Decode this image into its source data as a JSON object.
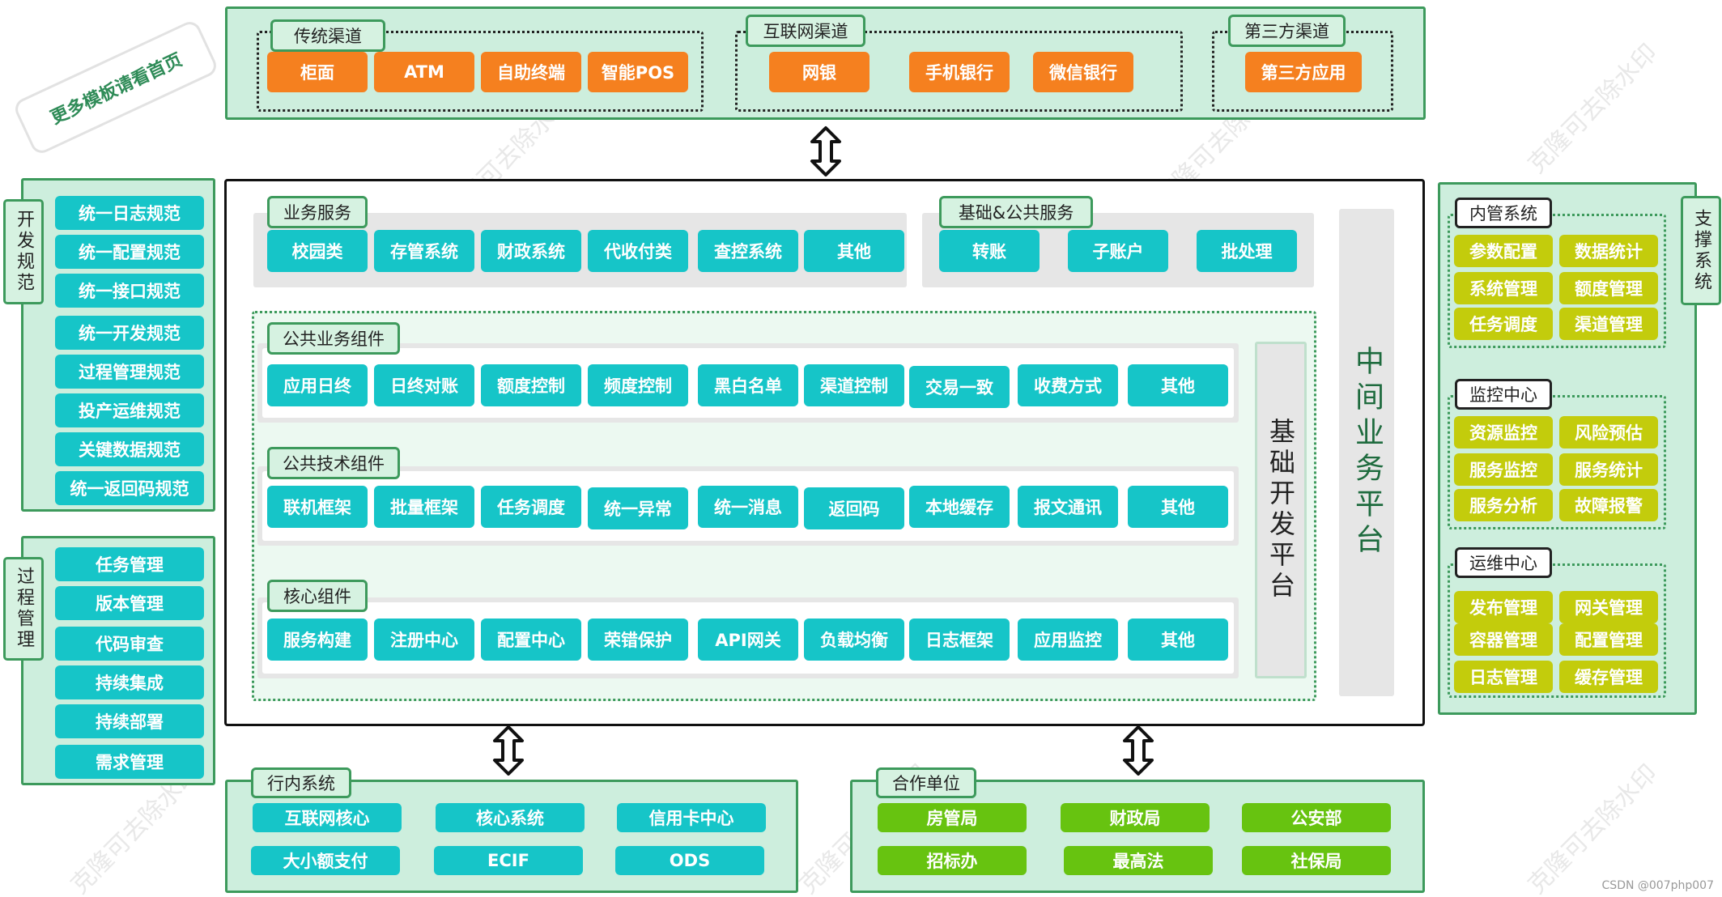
{
  "stamp": "更多模板请看首页",
  "watermark": "克隆可去除水印",
  "credit": "CSDN @007php007",
  "channels": {
    "traditional": {
      "title": "传统渠道",
      "items": [
        "柜面",
        "ATM",
        "自助终端",
        "智能POS"
      ]
    },
    "internet": {
      "title": "互联网渠道",
      "items": [
        "网银",
        "手机银行",
        "微信银行"
      ]
    },
    "third": {
      "title": "第三方渠道",
      "items": [
        "第三方应用"
      ]
    }
  },
  "dev_norms": {
    "title": "开发规范",
    "items": [
      "统一日志规范",
      "统一配置规范",
      "统一接口规范",
      "统一开发规范",
      "过程管理规范",
      "投产运维规范",
      "关键数据规范",
      "统一返回码规范"
    ]
  },
  "process_mgmt": {
    "title": "过程管理",
    "items": [
      "任务管理",
      "版本管理",
      "代码审查",
      "持续集成",
      "持续部署",
      "需求管理"
    ]
  },
  "center": {
    "business": {
      "title": "业务服务",
      "items": [
        "校园类",
        "存管系统",
        "财政系统",
        "代收付类",
        "查控系统",
        "其他"
      ]
    },
    "basic": {
      "title": "基础&公共服务",
      "items": [
        "转账",
        "子账户",
        "批处理"
      ]
    },
    "pub_business": {
      "title": "公共业务组件",
      "items": [
        "应用日终",
        "日终对账",
        "额度控制",
        "频度控制",
        "黑白名单",
        "渠道控制",
        "交易一致",
        "收费方式",
        "其他"
      ]
    },
    "pub_tech": {
      "title": "公共技术组件",
      "items": [
        "联机框架",
        "批量框架",
        "任务调度",
        "统一异常",
        "统一消息",
        "返回码",
        "本地缓存",
        "报文通讯",
        "其他"
      ]
    },
    "core": {
      "title": "核心组件",
      "items": [
        "服务构建",
        "注册中心",
        "配置中心",
        "荣错保护",
        "API网关",
        "负载均衡",
        "日志框架",
        "应用监控",
        "其他"
      ]
    },
    "dev_platform": "基础开发平台",
    "mid_platform": "中间业务平台"
  },
  "support": {
    "title": "支撑系统",
    "internal": {
      "title": "内管系统",
      "items": [
        "参数配置",
        "数据统计",
        "系统管理",
        "额度管理",
        "任务调度",
        "渠道管理"
      ]
    },
    "monitor": {
      "title": "监控中心",
      "items": [
        "资源监控",
        "风险预估",
        "服务监控",
        "服务统计",
        "服务分析",
        "故障报警"
      ]
    },
    "ops": {
      "title": "运维中心",
      "items": [
        "发布管理",
        "网关管理",
        "容器管理",
        "配置管理",
        "日志管理",
        "缓存管理"
      ]
    }
  },
  "bank_systems": {
    "title": "行内系统",
    "items": [
      "互联网核心",
      "核心系统",
      "信用卡中心",
      "大小额支付",
      "ECIF",
      "ODS"
    ]
  },
  "partners": {
    "title": "合作单位",
    "items": [
      "房管局",
      "财政局",
      "公安部",
      "招标办",
      "最高法",
      "社保局"
    ]
  },
  "colors": {
    "orange": "#f5801f",
    "cyan": "#16c5c8",
    "yellow_green": "#c3cc0c",
    "green": "#67c310",
    "panel_bg": "#cdeedd",
    "panel_border": "#3d9a5c"
  }
}
